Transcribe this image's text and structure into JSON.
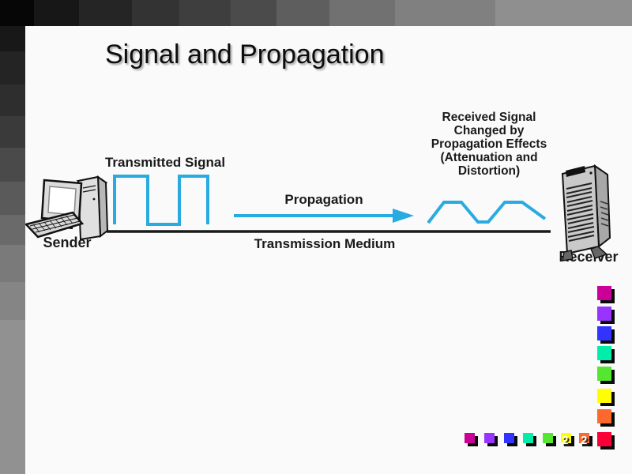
{
  "slide": {
    "title": "Signal and Propagation",
    "page_number": "2"
  },
  "diagram": {
    "transmitted_signal_label": "Transmitted Signal",
    "propagation_label": "Propagation",
    "transmission_medium_label": "Transmission Medium",
    "sender_label": "Sender",
    "receiver_label": "Receiver",
    "received_signal_lines": [
      "Received Signal",
      "Changed by",
      "Propagation Effects",
      "(Attenuation and",
      "Distortion)"
    ],
    "signal_color": "#29ABE2",
    "line_color": "#1A1A1A"
  },
  "decorations": {
    "square_colors": {
      "magenta": "#CC0099",
      "purple": "#9933FF",
      "blue": "#3333FF",
      "spring_green": "#00EEAA",
      "green": "#55E630",
      "yellow": "#FFFF00",
      "orange": "#FB6A2C",
      "red": "#FA0037"
    }
  }
}
